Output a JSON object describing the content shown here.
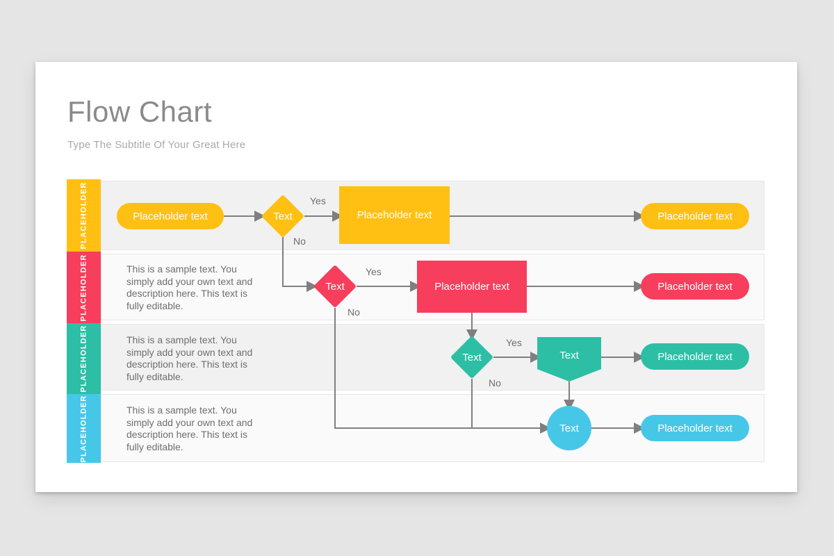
{
  "slide": {
    "title": "Flow Chart",
    "subtitle": "Type The Subtitle Of Your Great Here"
  },
  "colors": {
    "yellow": "#ffc013",
    "pink": "#f73e5c",
    "teal": "#2cbfa5",
    "cyan": "#47c7e8",
    "connector": "#7f7f7f"
  },
  "diagram": {
    "rows": [
      {
        "tab_label": "PLACEHOLDER",
        "color": "#ffc013",
        "start_label": "Placeholder text",
        "decision_label": "Text",
        "yes_label": "Yes",
        "no_label": "No",
        "process_label": "Placeholder text",
        "end_label": "Placeholder text"
      },
      {
        "tab_label": "PLACEHOLDER",
        "color": "#f73e5c",
        "description": "This is a sample text. You simply add your own text and description here. This text is fully editable.",
        "decision_label": "Text",
        "yes_label": "Yes",
        "no_label": "No",
        "process_label": "Placeholder text",
        "end_label": "Placeholder text"
      },
      {
        "tab_label": "PLACEHOLDER",
        "color": "#2cbfa5",
        "description": "This is a sample text. You simply add your own text and description here. This text is fully editable.",
        "decision_label": "Text",
        "yes_label": "Yes",
        "no_label": "No",
        "offpage_label": "Text",
        "end_label": "Placeholder text"
      },
      {
        "tab_label": "PLACEHOLDER",
        "color": "#47c7e8",
        "description": "This is a sample text. You simply add your own text and description here. This text is fully editable.",
        "terminal_label": "Text",
        "end_label": "Placeholder text"
      }
    ]
  }
}
